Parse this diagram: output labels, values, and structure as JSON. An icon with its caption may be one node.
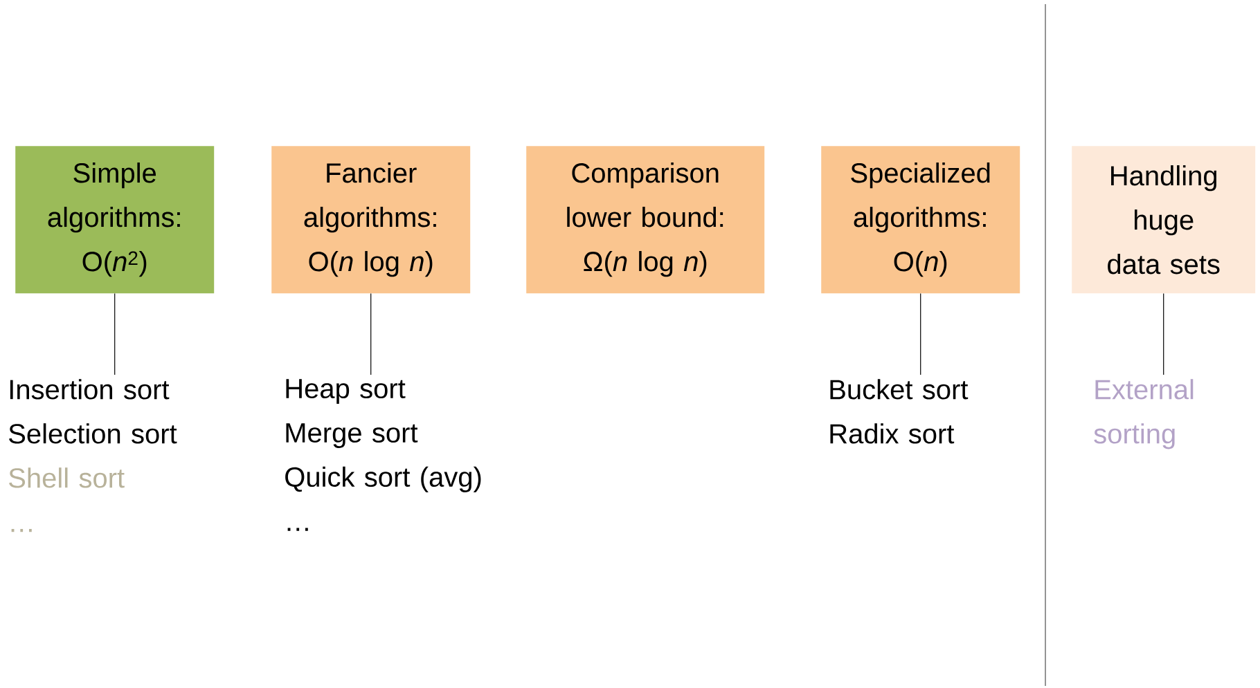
{
  "diagram": {
    "nodes": [
      {
        "text": [
          "Simple algorithms: O(*n*$^{2}$)"
        ]
      },
      {
        "text": [
          "Fancier algorithms: O(*n* log *n*)"
        ]
      },
      {
        "text": [
          "Comparison lower bound: Ω(*n* log *n*)"
        ]
      },
      {
        "text": [
          "Specialized algorithms: O(*n*)"
        ]
      },
      {
        "text": [
          "Handling huge data sets"
        ]
      },
      {
        "text": [
          "Insertion sort",
          "Selection sort",
          "Shell sort",
          "…"
        ]
      },
      {
        "text": [
          "Heap sort",
          "Merge sort",
          "Quick sort (avg)",
          "…"
        ]
      },
      {
        "text": [
          "Bucket sort",
          "Radix sort"
        ]
      },
      {
        "text": [
          "External sorting"
        ]
      }
    ],
    "edges": [
      {
        "from": 0,
        "to": 5,
        "arrow": "none"
      },
      {
        "from": 1,
        "to": 6,
        "arrow": "none"
      },
      {
        "from": 3,
        "to": 7,
        "arrow": "none"
      },
      {
        "from": 4,
        "to": 8,
        "arrow": "none"
      }
    ]
  }
}
